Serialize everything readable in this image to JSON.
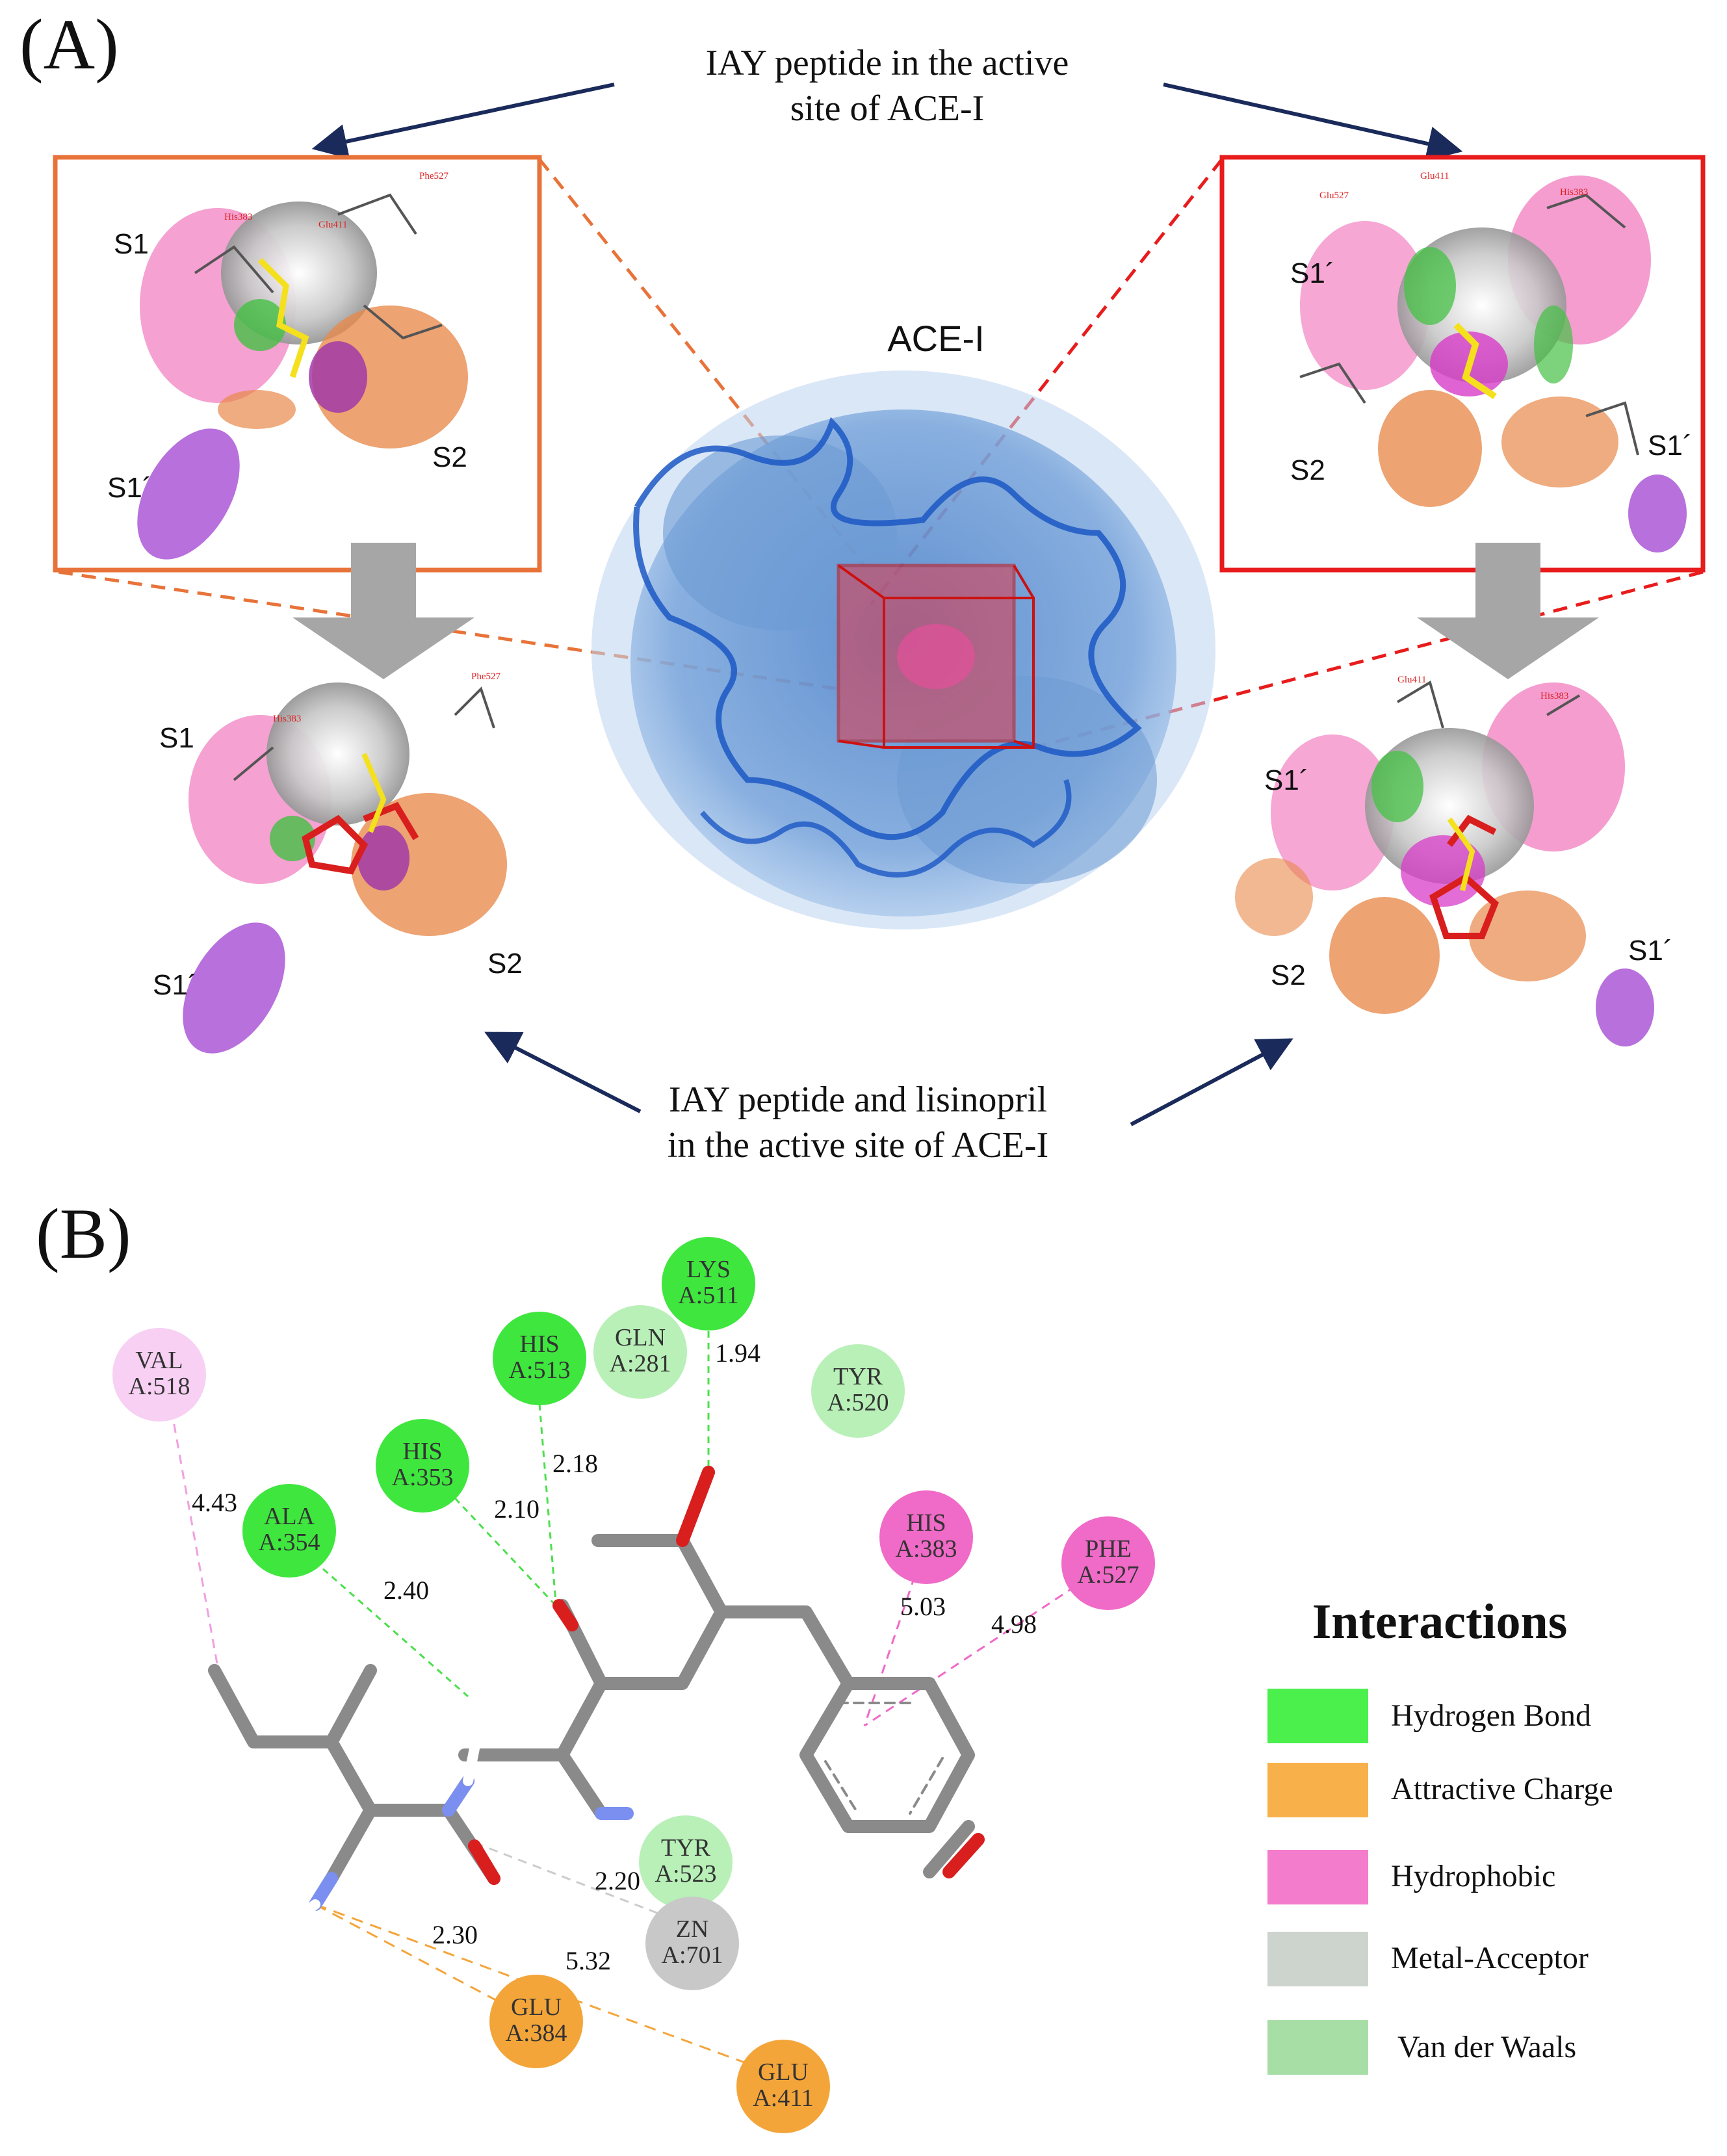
{
  "panel_a": {
    "label": "(A)",
    "top_caption": [
      "IAY peptide in the active",
      "site of ACE-I"
    ],
    "bottom_caption": [
      "IAY peptide and lisinopril",
      "in the active site of ACE-I"
    ],
    "center_label": "ACE-I",
    "left_top_sites": [
      "S1",
      "S1´",
      "S2"
    ],
    "left_bottom_sites": [
      "S1",
      "S1´",
      "S2"
    ],
    "right_top_sites": [
      "S1´",
      "S2",
      "S1´"
    ],
    "right_bottom_sites": [
      "S1´",
      "S2",
      "S1´"
    ],
    "residue_labels": [
      "His383",
      "Glu411",
      "Phe527",
      "Glu527"
    ],
    "colors": {
      "left_frame": "#e8733a",
      "right_frame": "#e81c1c",
      "arrows": "#1a2a5a",
      "block_arrow": "#a6a6a6",
      "protein": "#5b8fd0"
    }
  },
  "panel_b": {
    "label": "(B)",
    "residues": [
      {
        "name": "LYS",
        "id": "A:511",
        "type": "hbond"
      },
      {
        "name": "GLN",
        "id": "A:281",
        "type": "vdw"
      },
      {
        "name": "HIS",
        "id": "A:513",
        "type": "hbond"
      },
      {
        "name": "TYR",
        "id": "A:520",
        "type": "vdw"
      },
      {
        "name": "VAL",
        "id": "A:518",
        "type": "hydrophobic_light"
      },
      {
        "name": "HIS",
        "id": "A:353",
        "type": "hbond"
      },
      {
        "name": "ALA",
        "id": "A:354",
        "type": "hbond"
      },
      {
        "name": "HIS",
        "id": "A:383",
        "type": "hydrophobic"
      },
      {
        "name": "PHE",
        "id": "A:527",
        "type": "hydrophobic"
      },
      {
        "name": "TYR",
        "id": "A:523",
        "type": "vdw"
      },
      {
        "name": "ZN",
        "id": "A:701",
        "type": "metal"
      },
      {
        "name": "GLU",
        "id": "A:384",
        "type": "charge"
      },
      {
        "name": "GLU",
        "id": "A:411",
        "type": "charge"
      }
    ],
    "distances": [
      "1.94",
      "2.18",
      "2.10",
      "4.43",
      "2.40",
      "5.03",
      "4.98",
      "2.20",
      "2.30",
      "5.32"
    ],
    "legend": {
      "title": "Interactions",
      "items": [
        {
          "label": "Hydrogen Bond",
          "color": "#4cf04c"
        },
        {
          "label": "Attractive Charge",
          "color": "#f7b04a"
        },
        {
          "label": "Hydrophobic",
          "color": "#f47ccd"
        },
        {
          "label": "Metal-Acceptor",
          "color": "#cdd3cd"
        },
        {
          "label": "Van der Waals",
          "color": "#a6dea6"
        }
      ]
    },
    "colors": {
      "hbond": "#3ee63e",
      "vdw": "#b8f0b8",
      "hydrophobic": "#f06ac8",
      "hydrophobic_light": "#f7d0f3",
      "metal": "#c8c8c8",
      "charge": "#f3a53a",
      "bond_gray": "#8a8a8a",
      "oxygen": "#d91e1e",
      "nitrogen": "#7a8ff0"
    }
  }
}
